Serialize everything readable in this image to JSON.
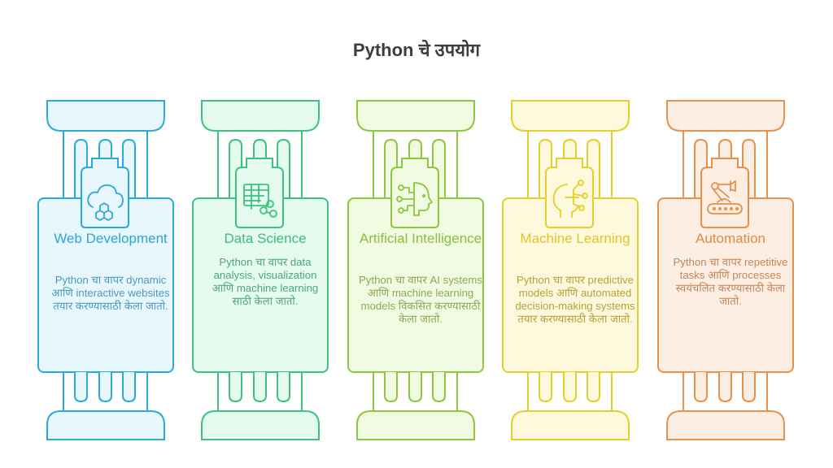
{
  "title": "Python चे उपयोग",
  "pillars": [
    {
      "title": "Web Development",
      "description": "Python चा वापर dynamic आणि interactive websites तयार करण्यासाठी केला जातो.",
      "icon": "cloud-hexagons-icon",
      "colors": {
        "stroke": "#29ABD9",
        "fill": "#E8F7FD",
        "title": "#2AA6D6",
        "text": "#4A9AB8"
      }
    },
    {
      "title": "Data Science",
      "description": "Python चा वापर data analysis, visualization आणि machine learning साठी केला जातो.",
      "icon": "table-share-icon",
      "colors": {
        "stroke": "#3CC17E",
        "fill": "#E5FBEF",
        "title": "#3DBB7B",
        "text": "#4FA679"
      }
    },
    {
      "title": "Artificial Intelligence",
      "description": "Python चा वापर AI systems आणि machine learning models विकसित करण्यासाठी केला जातो.",
      "icon": "ai-head-circuit-icon",
      "colors": {
        "stroke": "#8DC63F",
        "fill": "#F1FBE2",
        "title": "#89C03E",
        "text": "#8AA85A"
      }
    },
    {
      "title": "Machine Learning",
      "description": "Python चा वापर predictive models आणि automated decision-making systems तयार करण्यासाठी केला जातो.",
      "icon": "head-network-icon",
      "colors": {
        "stroke": "#E5CF2A",
        "fill": "#FEF9DC",
        "title": "#E0C62A",
        "text": "#B3A23A"
      }
    },
    {
      "title": "Automation",
      "description": "Python चा वापर repetitive tasks आणि processes स्वयंचलित करण्यासाठी केला जातो.",
      "icon": "robot-arm-conveyor-icon",
      "colors": {
        "stroke": "#E8914A",
        "fill": "#FDEEE3",
        "title": "#E38A44",
        "text": "#C58657"
      }
    }
  ]
}
